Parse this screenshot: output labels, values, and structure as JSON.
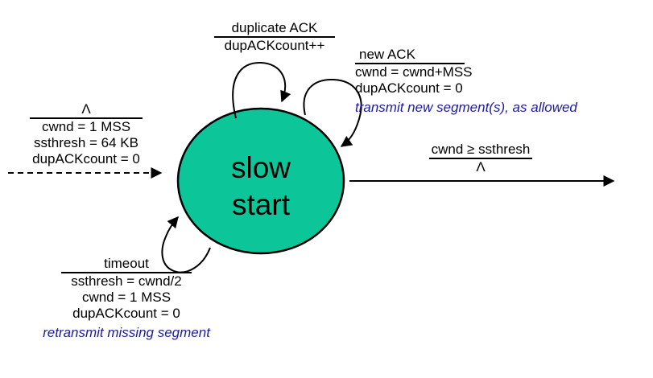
{
  "colors": {
    "state_fill": "#0cc69a",
    "state_stroke": "#000000",
    "arrow": "#000000",
    "note_text": "#1c1c9c",
    "text": "#000000",
    "background": "#ffffff"
  },
  "state": {
    "name_line1": "slow",
    "name_line2": "start"
  },
  "transitions": {
    "entry": {
      "event": "Λ",
      "actions": [
        "cwnd = 1 MSS",
        "ssthresh = 64 KB",
        "dupACKcount = 0"
      ]
    },
    "duplicate_ack": {
      "event": "duplicate ACK",
      "actions": [
        "dupACKcount++"
      ]
    },
    "new_ack": {
      "event": "new ACK",
      "actions": [
        "cwnd = cwnd+MSS",
        "dupACKcount = 0"
      ],
      "note": "transmit new segment(s), as allowed"
    },
    "timeout": {
      "event": "timeout",
      "actions": [
        "ssthresh = cwnd/2",
        "cwnd = 1 MSS",
        "dupACKcount = 0"
      ],
      "note": "retransmit missing segment"
    },
    "exit": {
      "event": "cwnd ≥ ssthresh",
      "actions": [
        "Λ"
      ]
    }
  }
}
